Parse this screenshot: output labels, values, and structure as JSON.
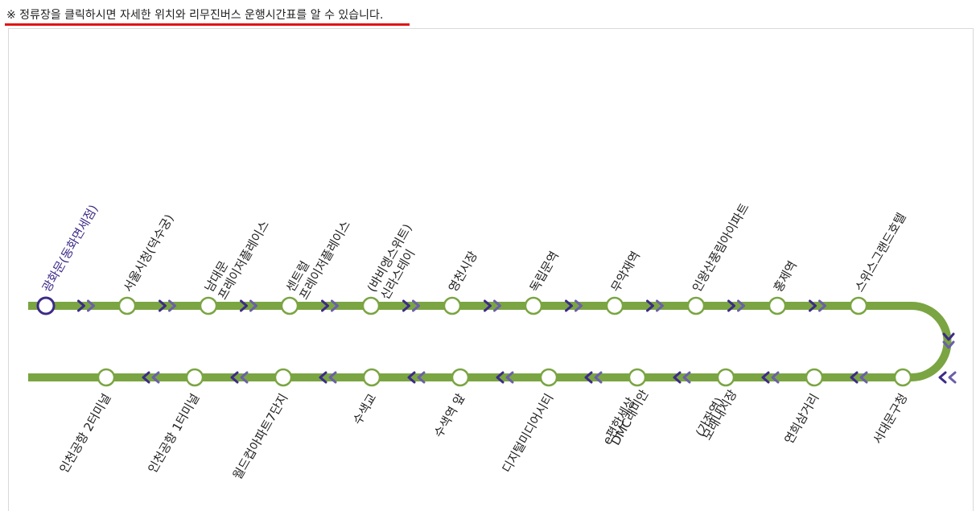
{
  "notice": "※ 정류장을 클릭하시면 자세한 위치와 리무진버스 운행시간표를 알 수 있습니다.",
  "colors": {
    "route_line": "#7aa542",
    "arrow": "#3d2a87",
    "arrow_light": "#6b5fa8",
    "stop_fill": "#ffffff",
    "stop_stroke": "#7aa542",
    "current_stop_stroke": "#3d2a87",
    "notice_underline": "#e01515"
  },
  "route": {
    "direction_icons": [
      "double-chevron-right-icon",
      "double-chevron-left-icon",
      "double-chevron-down-icon"
    ],
    "upper_stops": [
      {
        "lines": [
          "광화문(동화면세점)"
        ],
        "current": true
      },
      {
        "lines": [
          "서울시청(덕수궁)"
        ]
      },
      {
        "lines": [
          "프레이저플레이스",
          "남대문"
        ]
      },
      {
        "lines": [
          "프레이저플레이스",
          "센트럴"
        ]
      },
      {
        "lines": [
          "신라스테이",
          "(바비엥스위트)"
        ]
      },
      {
        "lines": [
          "영천시장"
        ]
      },
      {
        "lines": [
          "독립문역"
        ]
      },
      {
        "lines": [
          "무악재역"
        ]
      },
      {
        "lines": [
          "인왕산풍림아이파트"
        ]
      },
      {
        "lines": [
          "홍제역"
        ]
      },
      {
        "lines": [
          "스위스그랜드호텔"
        ]
      }
    ],
    "lower_stops": [
      {
        "lines": [
          "인천공항 2터미널"
        ]
      },
      {
        "lines": [
          "인천공항 1터미널"
        ]
      },
      {
        "lines": [
          "월드컵아파트7단지"
        ]
      },
      {
        "lines": [
          "수색교"
        ]
      },
      {
        "lines": [
          "수색역 앞"
        ]
      },
      {
        "lines": [
          "디지털미디어시티"
        ]
      },
      {
        "lines": [
          "DMC래미안",
          "e편한세상"
        ]
      },
      {
        "lines": [
          "모래내시장",
          "(가좌역)"
        ]
      },
      {
        "lines": [
          "연희삼거리"
        ]
      },
      {
        "lines": [
          "서대문구청"
        ]
      }
    ]
  }
}
